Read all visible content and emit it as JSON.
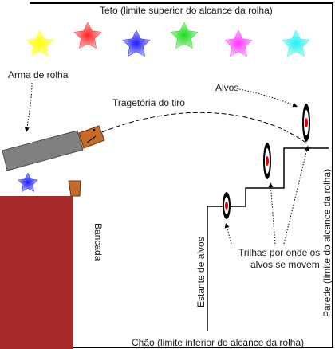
{
  "labels": {
    "ceiling": "Teto (limite superior do alcance da rolha)",
    "floor": "Chão (limite inferior do alcance da rolha)",
    "wall": "Parede (limite do alcance da rolha)",
    "gun": "Arma de rolha",
    "trajectory": "Tragetória do tiro",
    "targets": "Alvos",
    "bench": "Bancada",
    "target_stand": "Estante de alvos",
    "tracks_line1": "Trilhas por onde os",
    "tracks_line2": "alvos se movem"
  },
  "stars": [
    {
      "name": "yellow-star",
      "color": "#ffff00"
    },
    {
      "name": "red-star",
      "color": "#ff2020"
    },
    {
      "name": "blue-star",
      "color": "#1a1aff"
    },
    {
      "name": "green-star",
      "color": "#1adb1a"
    },
    {
      "name": "magenta-star",
      "color": "#ff33ff"
    },
    {
      "name": "cyan-star",
      "color": "#22f0f0"
    }
  ],
  "colors": {
    "bench": "#a52a2a",
    "gun_barrel": "#808080",
    "cork": "#c46a2a",
    "target_red": "#e00000",
    "small_star": "#1a1aff"
  }
}
